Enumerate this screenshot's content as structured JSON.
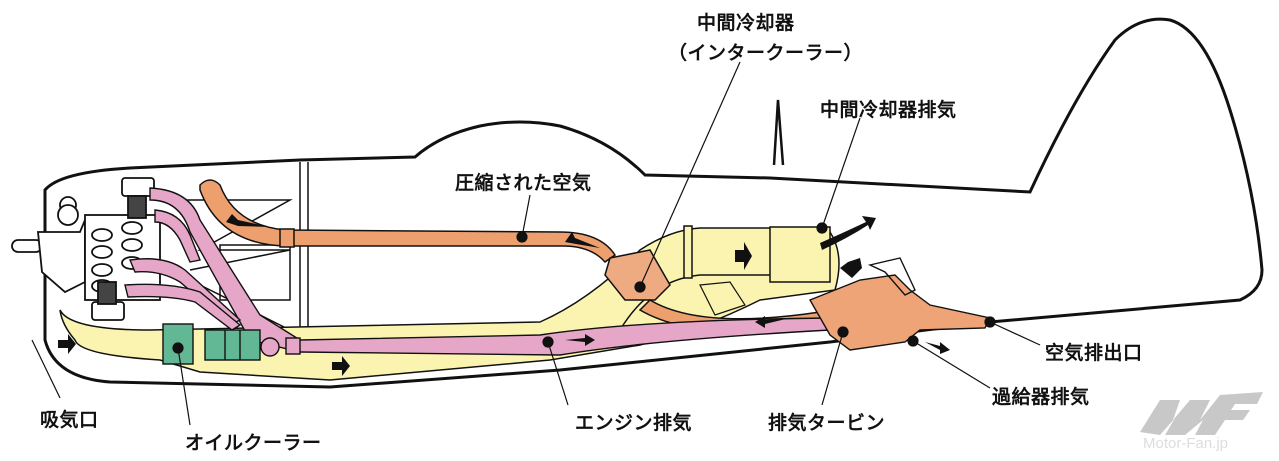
{
  "labels": {
    "intercooler": "中間冷却器",
    "intercooler_sub": "（インタークーラー）",
    "intercooler_exhaust": "中間冷却器排気",
    "compressed_air": "圧縮された空気",
    "air_outlet": "空気排出口",
    "supercharger_exhaust": "過給器排気",
    "air_intake": "吸気口",
    "oil_cooler": "オイルクーラー",
    "engine_exhaust": "エンジン排気",
    "exhaust_turbine": "排気タービン"
  },
  "logo": {
    "text": "Motor-Fan.jp"
  },
  "colors": {
    "compressed_air_duct": "#ee9f6e",
    "intake_duct": "#fbf4b0",
    "exhaust_pipe": "#e6a6c8",
    "oil_cooler": "#62b894",
    "turbine": "#eea476",
    "outline": "#111111"
  }
}
